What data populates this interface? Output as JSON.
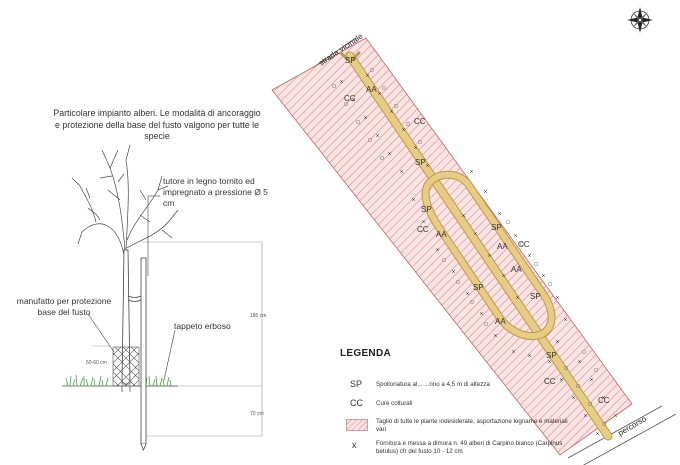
{
  "detail": {
    "title": "Particolare impianto alberi. Le modalità di ancoraggio e protezione della base del fusto valgono per tutte le specie",
    "stake_note": "tutore in legno tornito ed impregnato a pressione Ø 5 cm",
    "guard_note": "manufatto per protezione base del fusto",
    "lawn_note": "tappeto erboso",
    "dim_above": "180 cm",
    "dim_below": "70 cm",
    "dim_guard": "50-60 cm"
  },
  "map": {
    "road_top": "strada vicinale",
    "road_bottom": "percorso",
    "labels": [
      "SP",
      "AA",
      "CC",
      "CC",
      "SP",
      "SP",
      "CC",
      "AA",
      "SP",
      "AA",
      "CC",
      "AA",
      "SP",
      "SP",
      "AA",
      "SP",
      "CC",
      "CC"
    ]
  },
  "legend": {
    "title": "LEGENDA",
    "items": [
      {
        "symbol": "SP",
        "text": "Spollonatura al... ...rino a 4,5 m di altezza"
      },
      {
        "symbol": "CC",
        "text": "Cure colturali"
      },
      {
        "symbol": "",
        "text": "Taglio di tutte le piante indesiderate, asportazione legname e materiali vari"
      },
      {
        "symbol": "x",
        "text": "Fornitura e messa a dimora n. 49 alberi di Carpino bianco (Carpinus betulus) cfr del fusto 10 - 12 cm"
      }
    ]
  },
  "compass": {
    "icon": "compass-rose-icon"
  },
  "colors": {
    "hatch": "#d9848a",
    "hatch_bg": "#f7e4e3",
    "path": "#e8cc84",
    "path_edge": "#b89a4c",
    "grass": "#3fa83a"
  }
}
